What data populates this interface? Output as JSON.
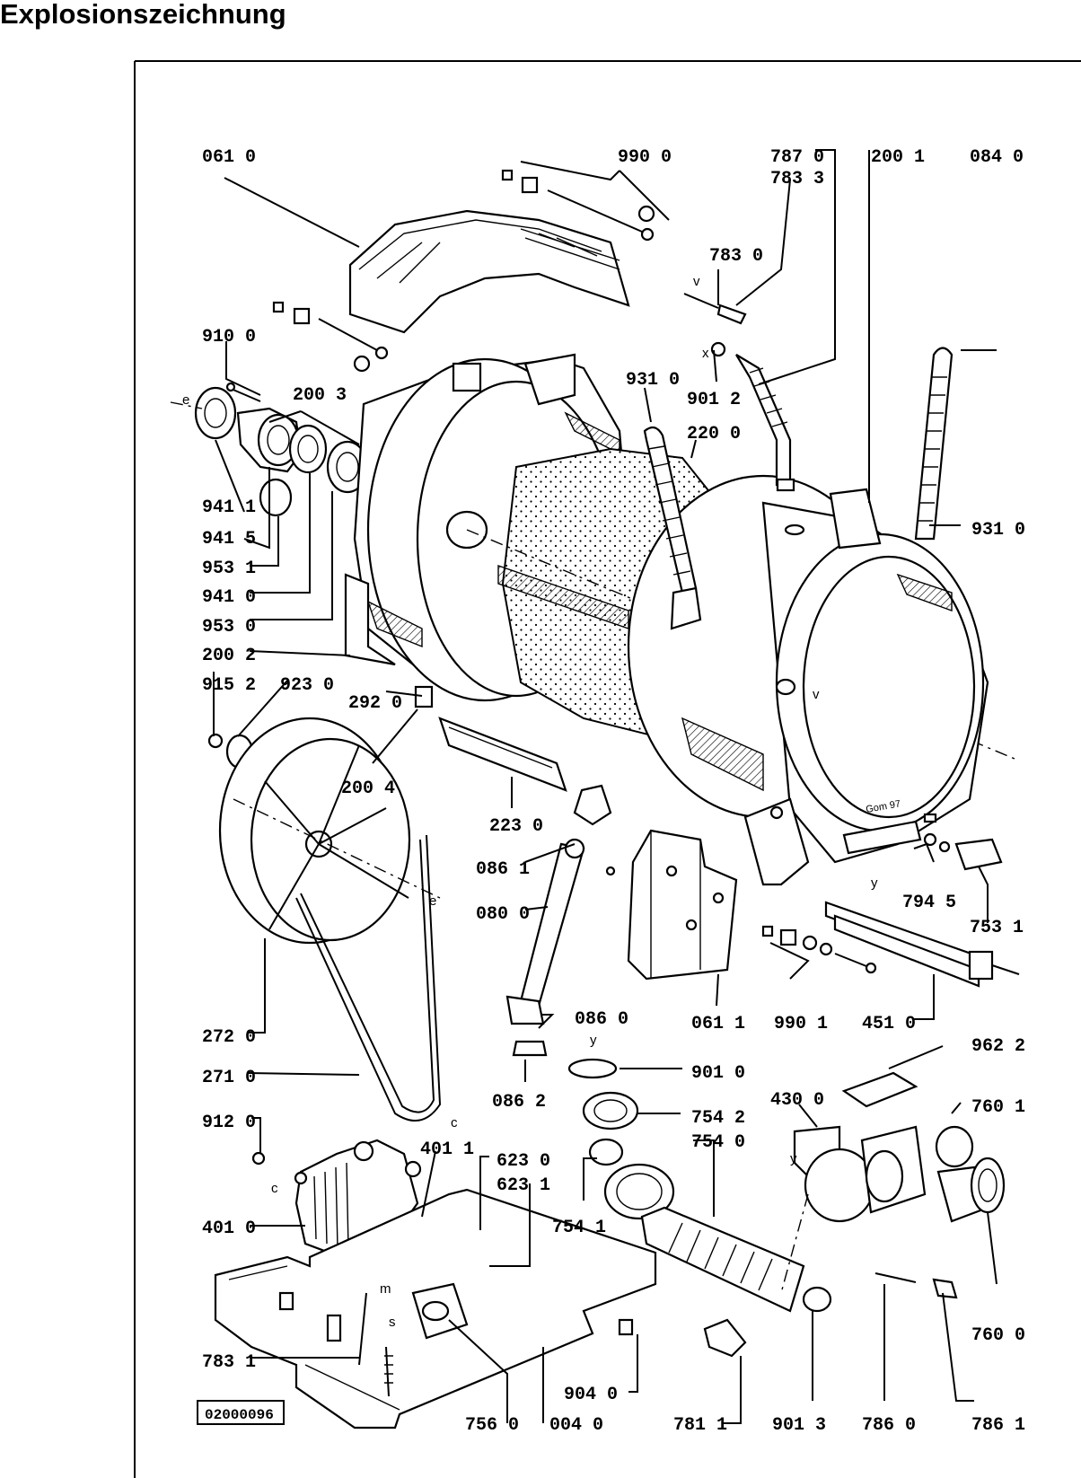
{
  "title": "Explosionszeichnung",
  "drawing_number": "02000096",
  "watermark": "Gom 97",
  "parts": [
    {
      "id": "061 0"
    },
    {
      "id": "990 0"
    },
    {
      "id": "787 0"
    },
    {
      "id": "783 3"
    },
    {
      "id": "200 1"
    },
    {
      "id": "084 0"
    },
    {
      "id": "783 0"
    },
    {
      "id": "910 0"
    },
    {
      "id": "200 3"
    },
    {
      "id": "931 0"
    },
    {
      "id": "901 2"
    },
    {
      "id": "220 0"
    },
    {
      "id": "931 0"
    },
    {
      "id": "941 1"
    },
    {
      "id": "941 5"
    },
    {
      "id": "953 1"
    },
    {
      "id": "941 0"
    },
    {
      "id": "953 0"
    },
    {
      "id": "200 2"
    },
    {
      "id": "915 2"
    },
    {
      "id": "923 0"
    },
    {
      "id": "292 0"
    },
    {
      "id": "200 4"
    },
    {
      "id": "223 0"
    },
    {
      "id": "086 1"
    },
    {
      "id": "080 0"
    },
    {
      "id": "794 5"
    },
    {
      "id": "753 1"
    },
    {
      "id": "061 1"
    },
    {
      "id": "990 1"
    },
    {
      "id": "451 0"
    },
    {
      "id": "272 0"
    },
    {
      "id": "086 0"
    },
    {
      "id": "271 0"
    },
    {
      "id": "086 2"
    },
    {
      "id": "901 0"
    },
    {
      "id": "962 2"
    },
    {
      "id": "430 0"
    },
    {
      "id": "760 1"
    },
    {
      "id": "754 2"
    },
    {
      "id": "754 0"
    },
    {
      "id": "912 0"
    },
    {
      "id": "401 1"
    },
    {
      "id": "623 0"
    },
    {
      "id": "623 1"
    },
    {
      "id": "754 1"
    },
    {
      "id": "401 0"
    },
    {
      "id": "760 0"
    },
    {
      "id": "783 1"
    },
    {
      "id": "904 0"
    },
    {
      "id": "756 0"
    },
    {
      "id": "004 0"
    },
    {
      "id": "781 1"
    },
    {
      "id": "901 3"
    },
    {
      "id": "786 0"
    },
    {
      "id": "786 1"
    }
  ],
  "connection_letters": {
    "e1": "e",
    "e2": "e",
    "v1": "v",
    "v2": "v",
    "x": "x",
    "y1": "y",
    "y2": "y",
    "y3": "y",
    "c1": "c",
    "c2": "c",
    "m": "m",
    "s": "s"
  }
}
